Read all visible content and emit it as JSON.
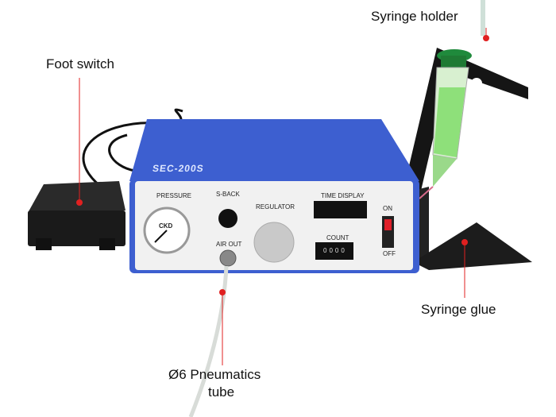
{
  "callouts": {
    "syringe_holder": "Syringe holder",
    "foot_switch": "Foot switch",
    "syringe_glue": "Syringe glue",
    "tube_line1": "Ø6 Pneumatics",
    "tube_line2": "tube"
  },
  "device": {
    "model": "SEC-200S",
    "pressure": "PRESSURE",
    "s_back": "S-BACK",
    "regulator": "REGULATOR",
    "time_display": "TIME DISPLAY",
    "air_out": "AIR OUT",
    "count": "COUNT",
    "counter_value": "0000",
    "on": "ON",
    "off": "OFF",
    "gauge_brand": "CKD"
  },
  "colors": {
    "callout_dot": "#e02020",
    "device_blue": "#3d5fd0",
    "glue_green": "#8ee07a"
  }
}
